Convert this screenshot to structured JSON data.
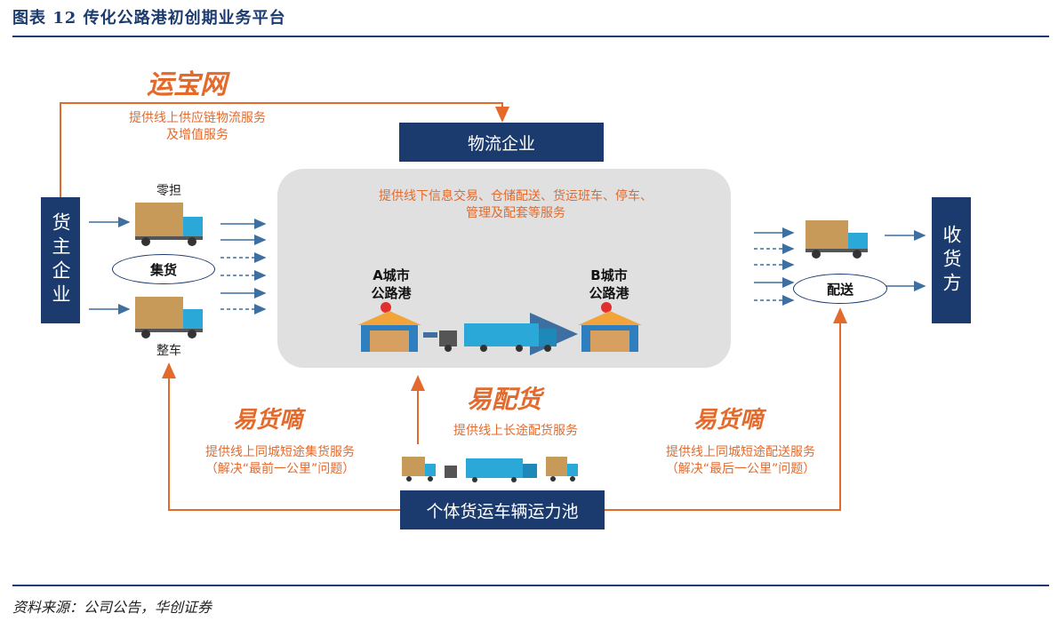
{
  "figure_title": "图表 12   传化公路港初创期业务平台",
  "source_note": "资料来源：公司公告，华创证券",
  "boxes": {
    "logistics": "物流企业",
    "shipper": "货主企业",
    "receiver": "收货方",
    "pool": "个体货运车辆运力池"
  },
  "logos": {
    "yunbaowang": "运宝网",
    "yihuodi_left": "易货嘀",
    "yihuodi_right": "易货嘀",
    "yipeihuo": "易配货"
  },
  "labels": {
    "supply_chain": "提供线上供应链物流服务\n及增值服务",
    "offline": "提供线下信息交易、仓储配送、货运班车、停车、\n管理及配套等服务",
    "ltl": "零担",
    "ftl": "整车",
    "consolidate": "集货",
    "deliver": "配送",
    "port_a": "A城市\n公路港",
    "port_b": "B城市\n公路港",
    "long_haul": "提供线上长途配货服务",
    "first_mile": "提供线上同城短途集货服务\n（解决“最前一公里”问题）",
    "last_mile": "提供线上同城短途配送服务\n（解决“最后一公里”问题）"
  },
  "colors": {
    "navy": "#1b3b6e",
    "orange": "#e46a2c",
    "panel_gray": "#e0e0e0",
    "truck_blue": "#2aa9d8"
  }
}
